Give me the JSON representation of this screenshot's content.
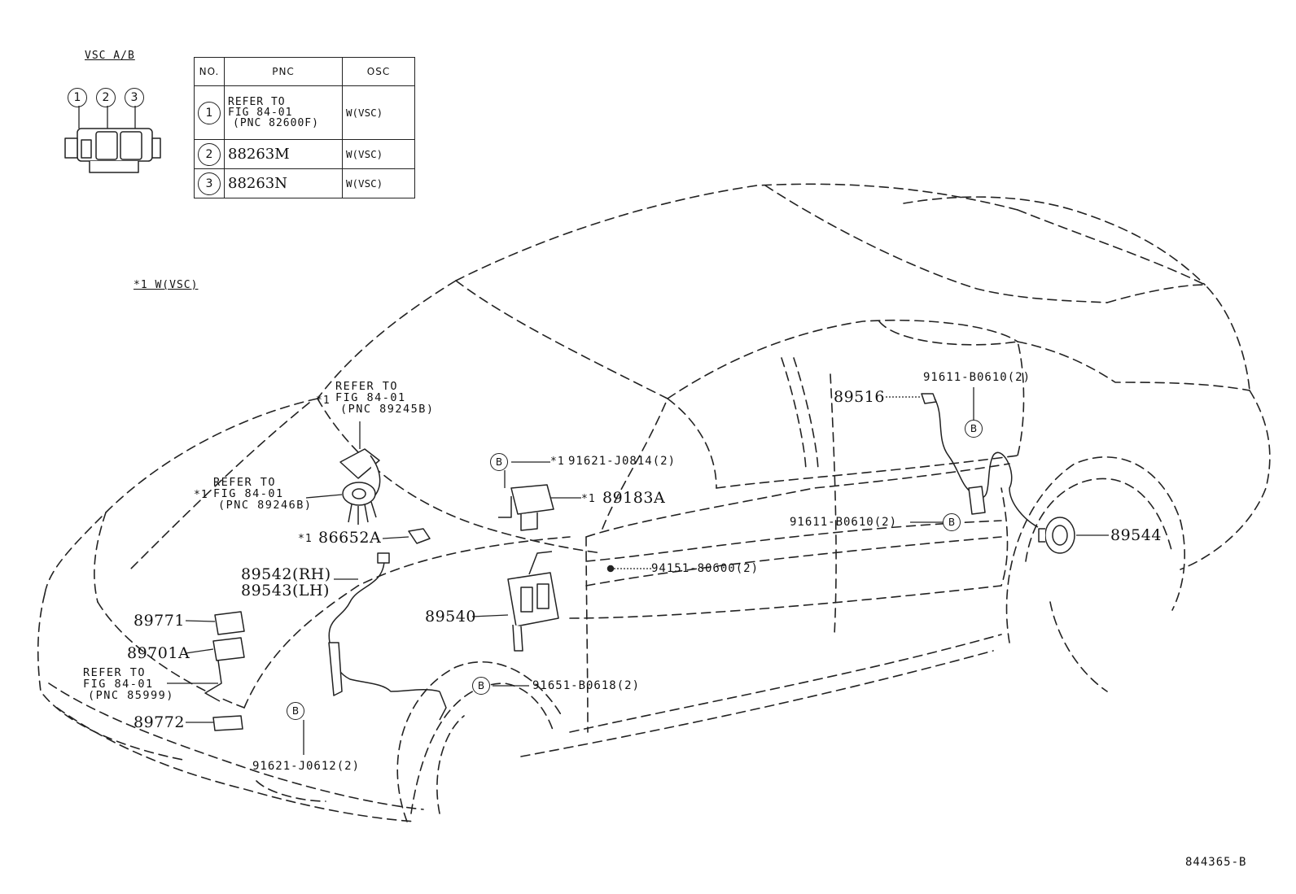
{
  "header": {
    "connector_title": "VSC A/B",
    "connector_pins": [
      "1",
      "2",
      "3"
    ],
    "footnote": "*1 W(VSC)",
    "figure_id": "844365-B"
  },
  "table": {
    "headers": [
      "NO.",
      "PNC",
      "OSC"
    ],
    "rows": [
      {
        "no": "1",
        "pnc_lines": [
          "REFER TO",
          "FIG 84-01",
          "(PNC 82600F)"
        ],
        "osc": "W(VSC)"
      },
      {
        "no": "2",
        "pnc": "88263M",
        "osc": "W(VSC)"
      },
      {
        "no": "3",
        "pnc": "88263N",
        "osc": "W(VSC)"
      }
    ]
  },
  "callouts": {
    "refer_89245b": [
      "REFER TO",
      "FIG 84-01",
      "(PNC 89245B)"
    ],
    "refer_89246b": [
      "REFER TO",
      "FIG 84-01",
      "(PNC 89246B)"
    ],
    "refer_85999": [
      "REFER TO",
      "FIG 84-01",
      "(PNC 85999)"
    ],
    "asterisk": "*1",
    "bolt_symbol": "B",
    "p86652a": "86652A",
    "p89542": "89542(RH)",
    "p89543": "89543(LH)",
    "p89771": "89771",
    "p89701a": "89701A",
    "p89772": "89772",
    "p91621_j0612": "91621-J0612(2)",
    "p91621_j0814": "91621-J0814(2)",
    "p89183a": "89183A",
    "p94151": "94151-80600(2)",
    "p89540": "89540",
    "p91651": "91651-B0618(2)",
    "p89516": "89516",
    "p91611_top": "91611-B0610(2)",
    "p91611_mid": "91611-B0610(2)",
    "p89544": "89544"
  }
}
